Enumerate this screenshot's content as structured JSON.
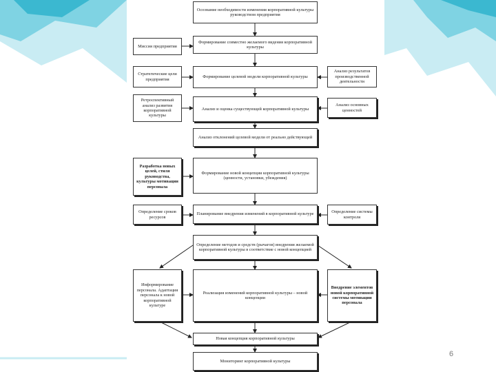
{
  "colors": {
    "accent": "#3bb8d0",
    "light": "#c9ecf3",
    "line": "#333333"
  },
  "slide_number": "6",
  "boxes": {
    "b1": "Осознание необходимости изменения корпоративной культуры руководством предприятия",
    "b2": "Миссия предприятия",
    "b3": "Формирование совместно желаемого видения корпоративной культуры",
    "b4": "Стратегические цели предприятия",
    "b5": "Формирование целевой модели корпоративной культуры",
    "b6": "Анализ результатов производственной деятельности",
    "b7": "Ретроспективный анализ развития корпоративной культуры",
    "b8": "Анализ и оценка существующей корпоративной культуры",
    "b9": "Анализ основных ценностей",
    "b10": "Анализ отклонений целевой модели от реально действующей",
    "b11": "Разработка новых целей, стиля руководства, культуры мотивации персонала",
    "b12": "Формирование новой концепции корпоративной культуры (ценности, установки, убеждения)",
    "b13": "Определение сроков ресурсов",
    "b14": "Планирование внедрения изменений в корпоративной культуре",
    "b15": "Определение системы контроля",
    "b16": "Определение методов и средств (рычагов) внедрения желаемой корпоративной культуры в соответствие с новой концепцией",
    "b17": "Информирование персонала. Адаптация персонала к новой корпоративной культуре",
    "b18": "Реализация изменений корпоративной культуры – новой концепции",
    "b19": "Внедрение элементов новой корпоративной системы мотивации персонала",
    "b20": "Новая концепция корпоративной культуры",
    "b21": "Мониторинг корпоративной культуры"
  }
}
